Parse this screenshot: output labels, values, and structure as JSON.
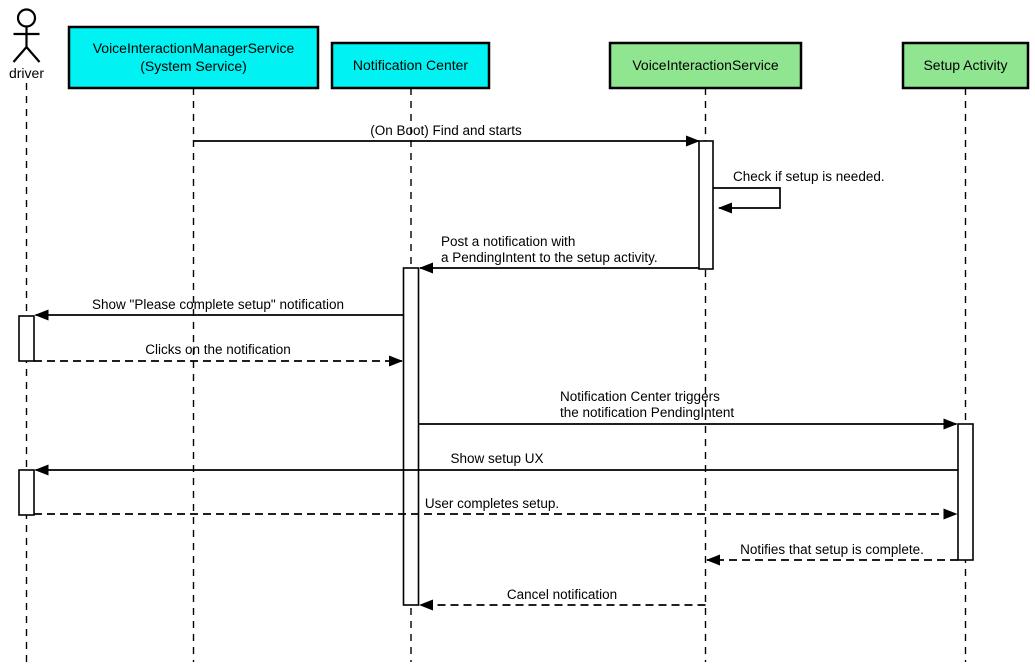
{
  "diagram": {
    "type": "uml-sequence",
    "background_color": "#ffffff",
    "colors": {
      "participant_cyan": "#00f2f2",
      "participant_green": "#90e690",
      "line": "#000000",
      "activation_fill": "#ffffff"
    },
    "actor": {
      "label": "driver"
    },
    "participants": [
      {
        "id": "voice-interaction-manager-service",
        "lines": [
          "VoiceInteractionManagerService",
          "(System Service)"
        ],
        "color": "#00f2f2"
      },
      {
        "id": "notification-center",
        "lines": [
          "Notification Center"
        ],
        "color": "#00f2f2"
      },
      {
        "id": "voice-interaction-service",
        "lines": [
          "VoiceInteractionService"
        ],
        "color": "#90e690"
      },
      {
        "id": "setup-activity",
        "lines": [
          "Setup Activity"
        ],
        "color": "#90e690"
      }
    ],
    "messages": [
      {
        "from": "voice-interaction-manager-service",
        "to": "voice-interaction-service",
        "style": "solid",
        "label_lines": [
          "(On Boot) Find and starts"
        ]
      },
      {
        "from": "voice-interaction-service",
        "to": "voice-interaction-service",
        "style": "self",
        "label_lines": [
          "Check if setup is needed."
        ]
      },
      {
        "from": "voice-interaction-service",
        "to": "notification-center",
        "style": "solid",
        "label_lines": [
          "Post a notification with",
          "a PendingIntent to the setup activity."
        ]
      },
      {
        "from": "notification-center",
        "to": "driver",
        "style": "solid",
        "label_lines": [
          "Show \"Please complete setup\" notification"
        ]
      },
      {
        "from": "driver",
        "to": "notification-center",
        "style": "dashed",
        "label_lines": [
          "Clicks on the notification"
        ]
      },
      {
        "from": "notification-center",
        "to": "setup-activity",
        "style": "solid",
        "label_lines": [
          "Notification Center triggers",
          "the notification PendingIntent"
        ]
      },
      {
        "from": "setup-activity",
        "to": "driver",
        "style": "solid",
        "label_lines": [
          "Show setup UX"
        ]
      },
      {
        "from": "driver",
        "to": "setup-activity",
        "style": "dashed",
        "label_lines": [
          "User completes setup."
        ]
      },
      {
        "from": "setup-activity",
        "to": "voice-interaction-service",
        "style": "dashed",
        "label_lines": [
          "Notifies that setup is complete."
        ]
      },
      {
        "from": "voice-interaction-service",
        "to": "notification-center",
        "style": "dashed",
        "label_lines": [
          "Cancel notification"
        ]
      }
    ]
  }
}
